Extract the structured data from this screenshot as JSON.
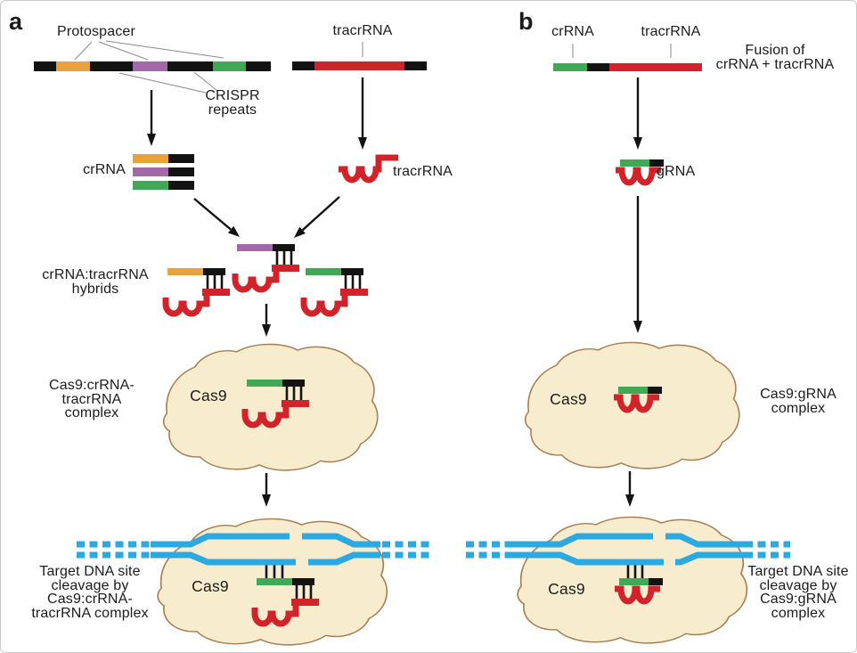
{
  "figure": {
    "panels": [
      "a",
      "b"
    ]
  },
  "colors": {
    "orange": "#E9A13B",
    "purple": "#A368A7",
    "green": "#3FA955",
    "red": "#D2232B",
    "blue": "#2BA9E0",
    "ink": "#131313",
    "gray": "#8A8A8A",
    "cas9_fill": "#F7EDCE",
    "cas9_stroke": "#A87E50",
    "background": "#FFFFFF",
    "border": "#C9C9C9"
  },
  "panel_a": {
    "panel_label": "a",
    "protospacer_label": "Protospacer",
    "crispr_repeats_lines": [
      "CRISPR",
      "repeats"
    ],
    "tracrrna_precursor_label": "tracrRNA",
    "crrna_label": "crRNA",
    "tracrrna_hairpin_label": "tracrRNA",
    "hybrids_label_lines": [
      "crRNA:tracrRNA",
      "hybrids"
    ],
    "complex_label_lines": [
      "Cas9:crRNA-",
      "tracrRNA",
      "complex"
    ],
    "cas9_complex_label": "Cas9",
    "cas9_cleavage_label": "Cas9",
    "cleavage_label_lines": [
      "Target DNA site",
      "cleavage by",
      "Cas9:crRNA-",
      "tracrRNA complex"
    ]
  },
  "panel_b": {
    "panel_label": "b",
    "crrna_label": "crRNA",
    "tracrrna_label": "tracrRNA",
    "fusion_label_lines": [
      "Fusion of",
      "crRNA + tracrRNA"
    ],
    "grna_label": "gRNA",
    "cas9_complex_label": "Cas9",
    "complex_label_lines": [
      "Cas9:gRNA",
      "complex"
    ],
    "cas9_cleavage_label": "Cas9",
    "cleavage_label_lines": [
      "Target DNA site",
      "cleavage by",
      "Cas9:gRNA",
      "complex"
    ]
  }
}
